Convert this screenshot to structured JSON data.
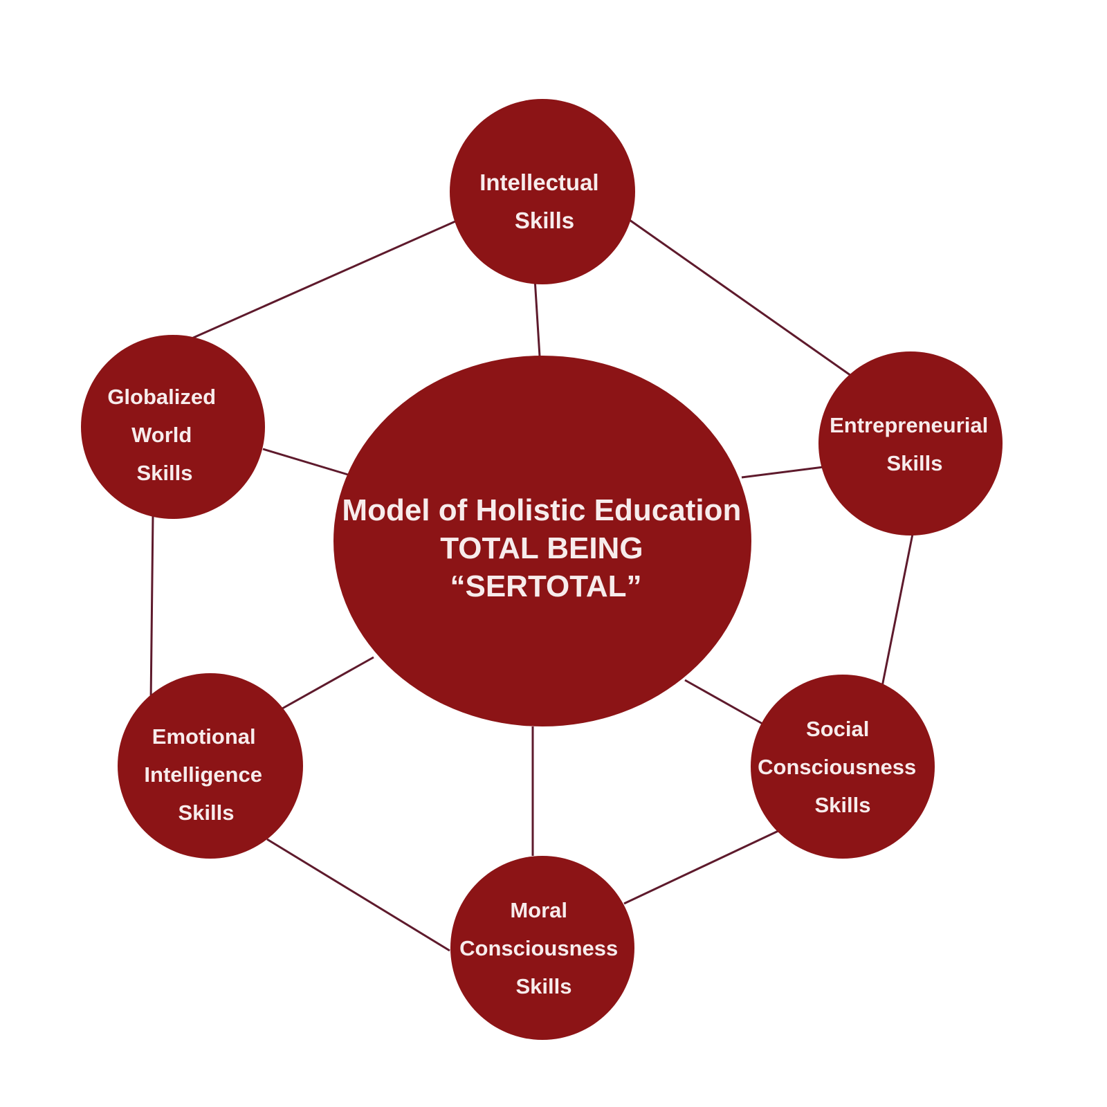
{
  "diagram": {
    "center": {
      "lines": [
        "Model of Holistic Education",
        "TOTAL BEING",
        "“SERTOTAL”"
      ]
    },
    "nodes": [
      {
        "id": "intellectual",
        "lines": [
          "Intellectual",
          "Skills"
        ]
      },
      {
        "id": "entrepreneurial",
        "lines": [
          "Entrepreneurial",
          "Skills"
        ]
      },
      {
        "id": "social",
        "lines": [
          "Social",
          "Consciousness",
          "Skills"
        ]
      },
      {
        "id": "moral",
        "lines": [
          "Moral",
          "Consciousness",
          "Skills"
        ]
      },
      {
        "id": "emotional",
        "lines": [
          "Emotional",
          "Intelligence",
          "Skills"
        ]
      },
      {
        "id": "globalized",
        "lines": [
          "Globalized",
          "World",
          "Skills"
        ]
      }
    ],
    "colors": {
      "circle_fill": "#8c1416",
      "line": "#5e1a2c",
      "text": "#f7ecec"
    }
  }
}
